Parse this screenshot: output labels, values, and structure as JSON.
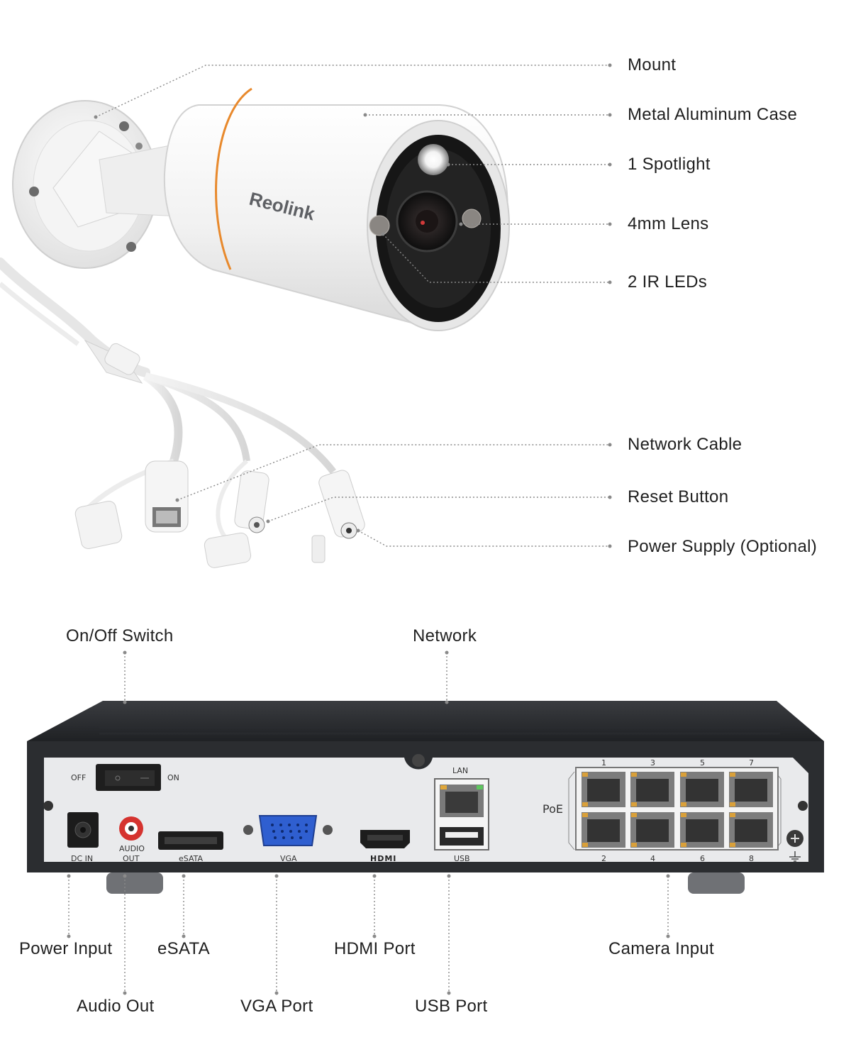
{
  "camera": {
    "brand": "Reolink",
    "labels": {
      "mount": "Mount",
      "case": "Metal Aluminum Case",
      "spotlight": "1 Spotlight",
      "lens": "4mm Lens",
      "ir_leds": "2 IR LEDs",
      "network_cable": "Network Cable",
      "reset_button": "Reset Button",
      "power_supply": "Power Supply (Optional)"
    }
  },
  "nvr": {
    "panel_text": {
      "off": "OFF",
      "on": "ON",
      "lan": "LAN",
      "poe": "PoE",
      "dc_in": "DC IN",
      "audio_out_line1": "AUDIO",
      "audio_out_line2": "OUT",
      "esata": "eSATA",
      "vga": "VGA",
      "hdmi": "HDMI",
      "usb": "USB",
      "poe_top_numbers": [
        "1",
        "3",
        "5",
        "7"
      ],
      "poe_bottom_numbers": [
        "2",
        "4",
        "6",
        "8"
      ]
    },
    "labels": {
      "on_off_switch": "On/Off Switch",
      "network": "Network",
      "power_input": "Power Input",
      "esata": "eSATA",
      "hdmi_port": "HDMI Port",
      "camera_input": "Camera Input",
      "audio_out": "Audio Out",
      "vga_port": "VGA Port",
      "usb_port": "USB Port"
    }
  },
  "colors": {
    "accent_ring": "#e8892c",
    "nvr_frame": "#2b2d30",
    "nvr_panel": "#e9eaec",
    "vga_blue": "#2f5fd0",
    "audio_red": "#d5332f",
    "leader_line": "#8a8a8a"
  }
}
